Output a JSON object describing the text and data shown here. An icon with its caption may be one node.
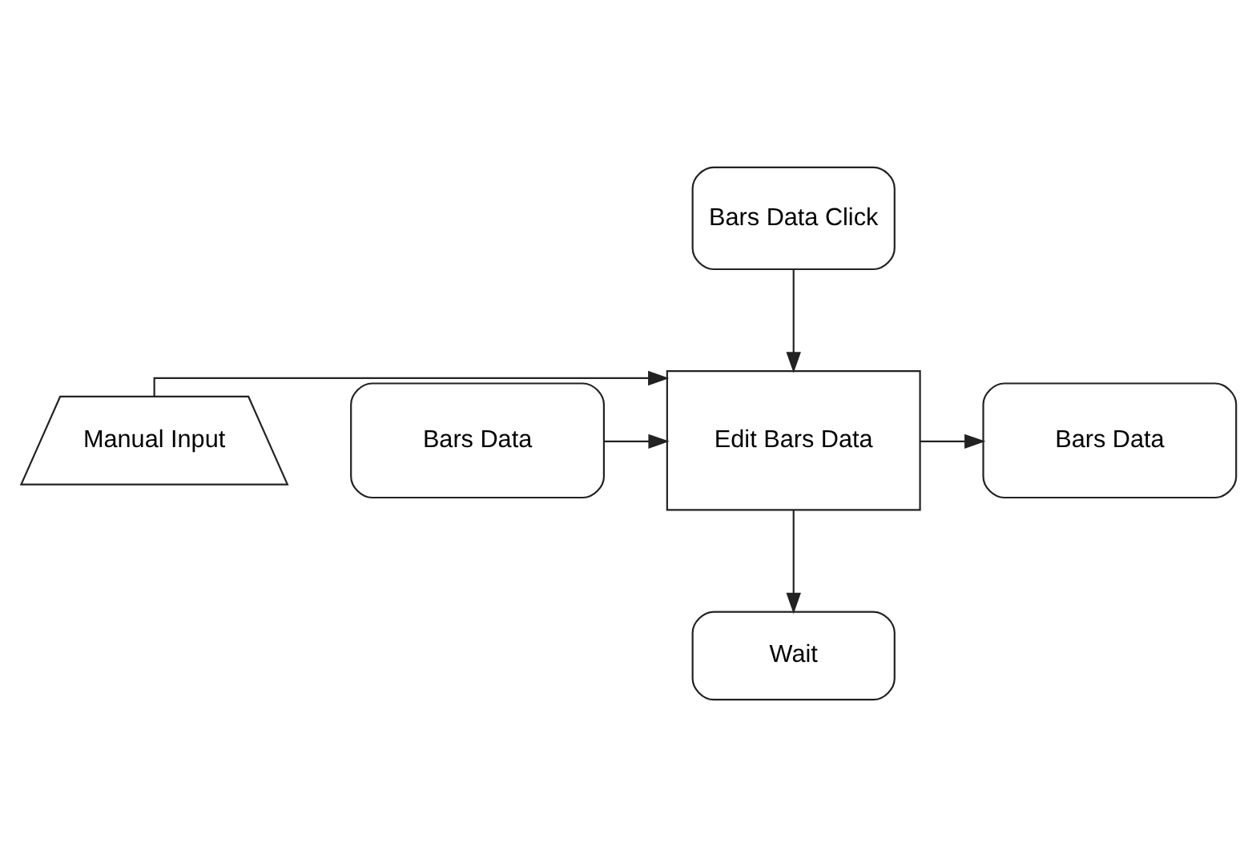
{
  "diagram": {
    "nodes": [
      {
        "text": [
          "Bars Data Click"
        ]
      },
      {
        "text": [
          "Manual Input"
        ]
      },
      {
        "text": [
          "Bars Data"
        ]
      },
      {
        "text": [
          "Edit Bars Data"
        ]
      },
      {
        "text": [
          "Bars Data"
        ]
      },
      {
        "text": [
          "Wait"
        ]
      }
    ],
    "edges": [
      {
        "from": 0,
        "to": 3,
        "arrow": "to"
      },
      {
        "from": 1,
        "to": 3,
        "arrow": "to"
      },
      {
        "from": 2,
        "to": 3,
        "arrow": "to"
      },
      {
        "from": 3,
        "to": 4,
        "arrow": "to"
      },
      {
        "from": 3,
        "to": 5,
        "arrow": "to"
      }
    ]
  }
}
